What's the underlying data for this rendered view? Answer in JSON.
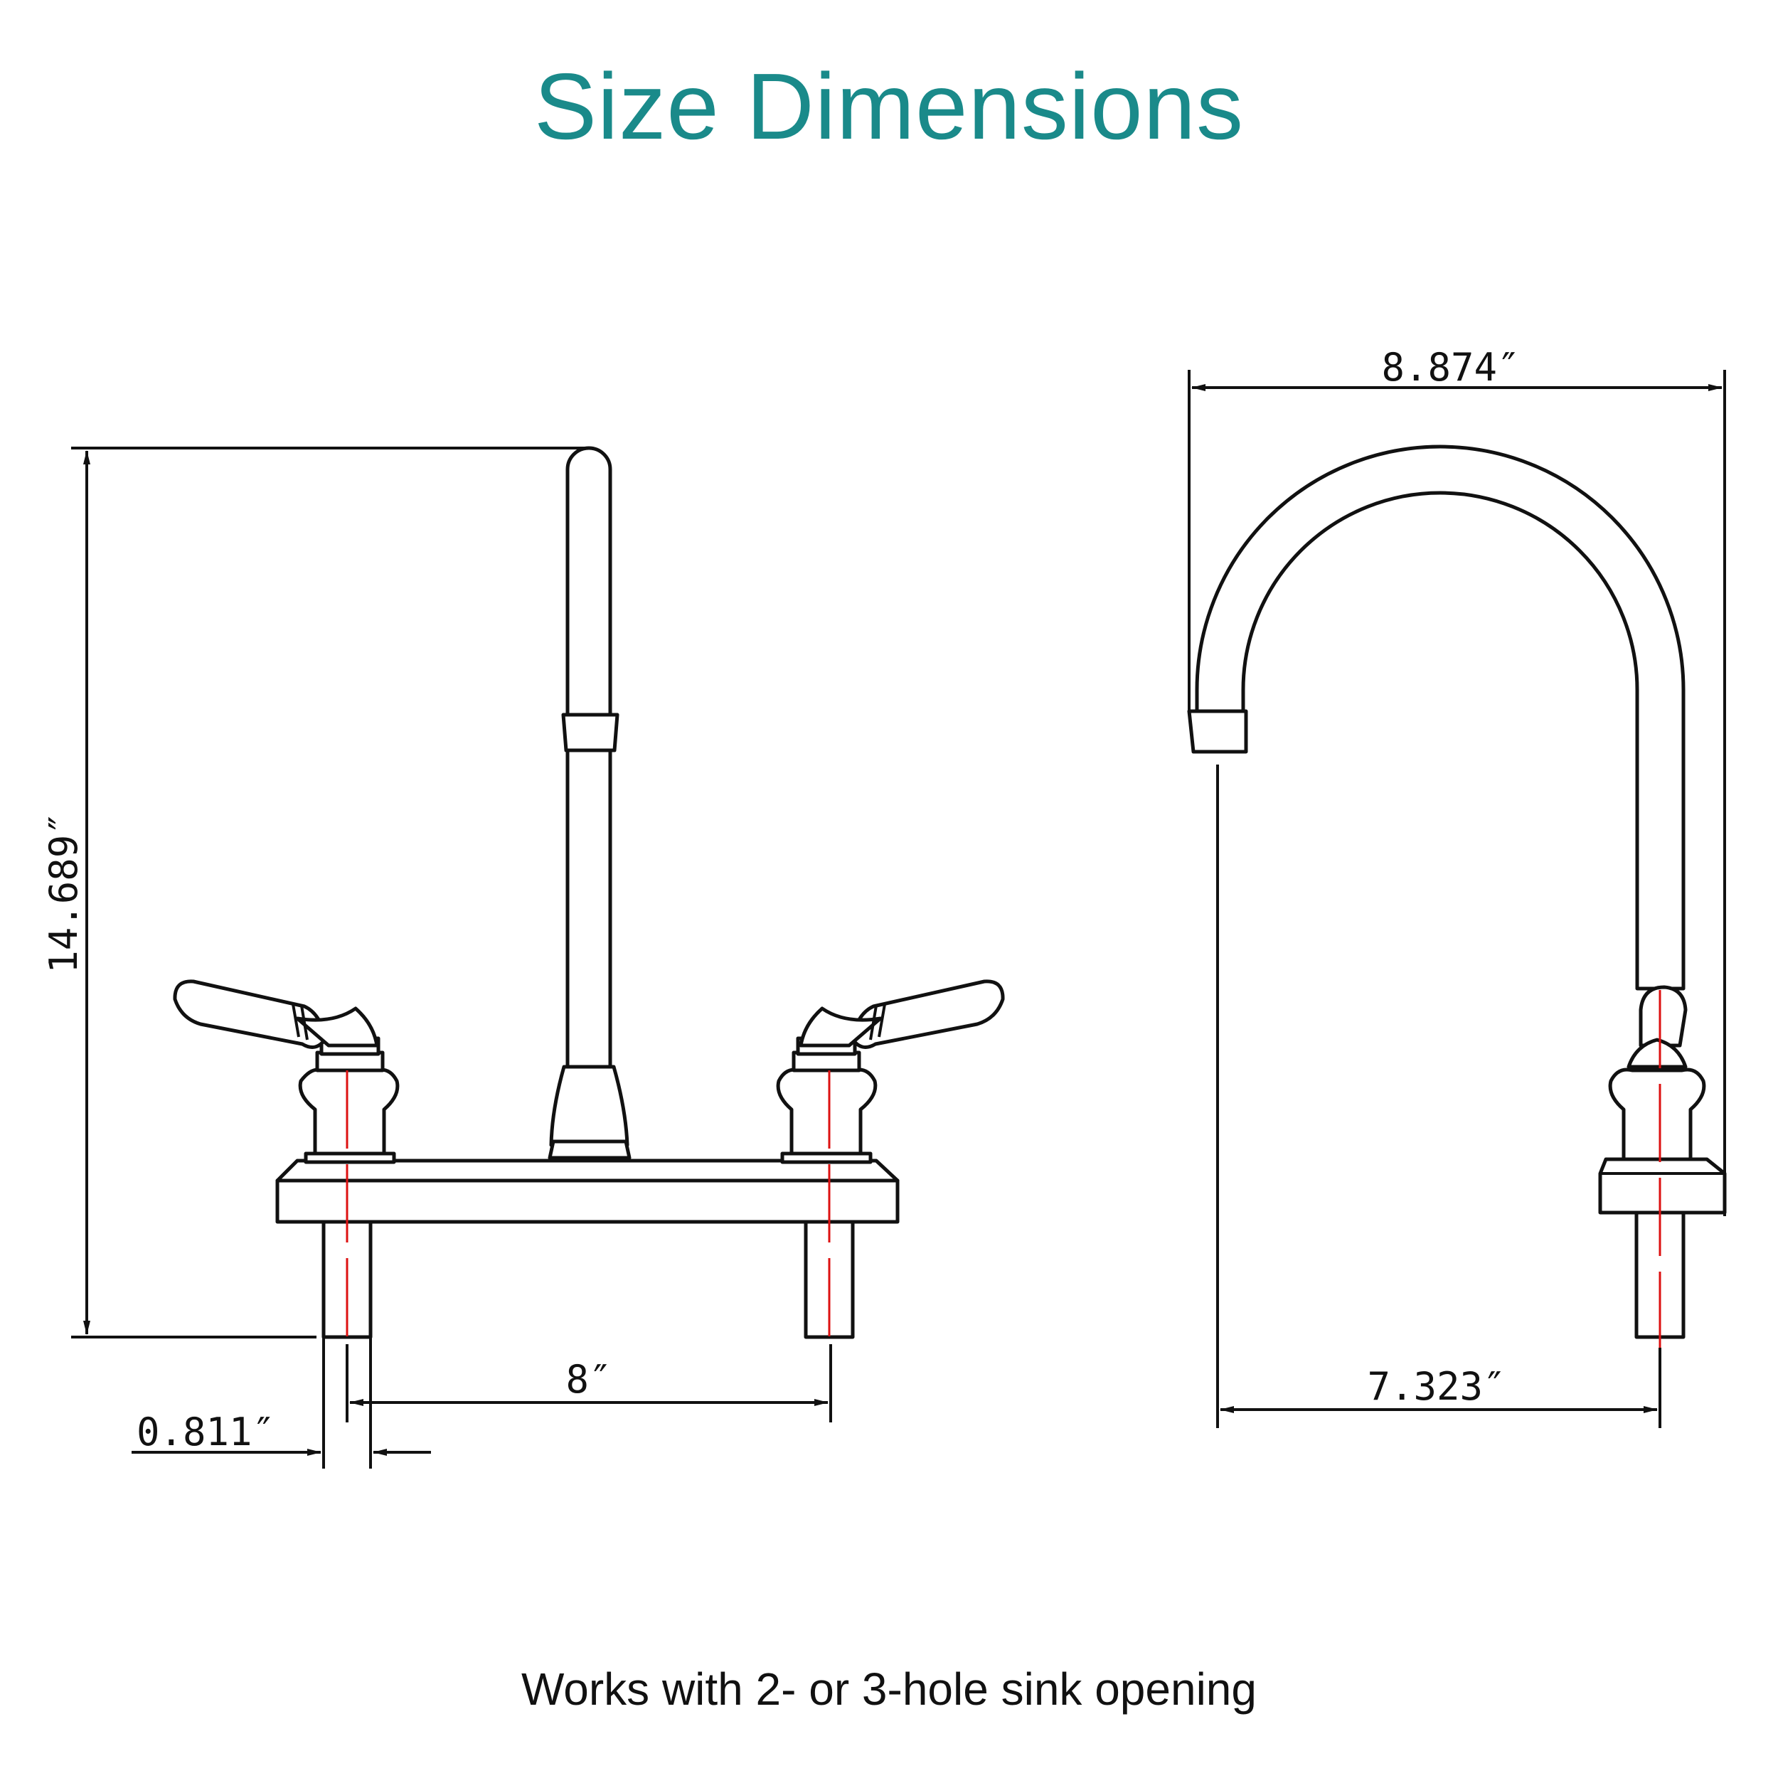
{
  "title": "Size Dimensions",
  "caption": "Works with 2- or 3-hole sink opening",
  "front_view": {
    "height_label": "14.689″",
    "spread_label": "8″",
    "shank_label": "0.811″"
  },
  "side_view": {
    "width_label": "8.874″",
    "reach_label": "7.323″"
  },
  "colors": {
    "title": "#1a8a8a",
    "centerline": "#dd1111",
    "lines": "#111111"
  }
}
